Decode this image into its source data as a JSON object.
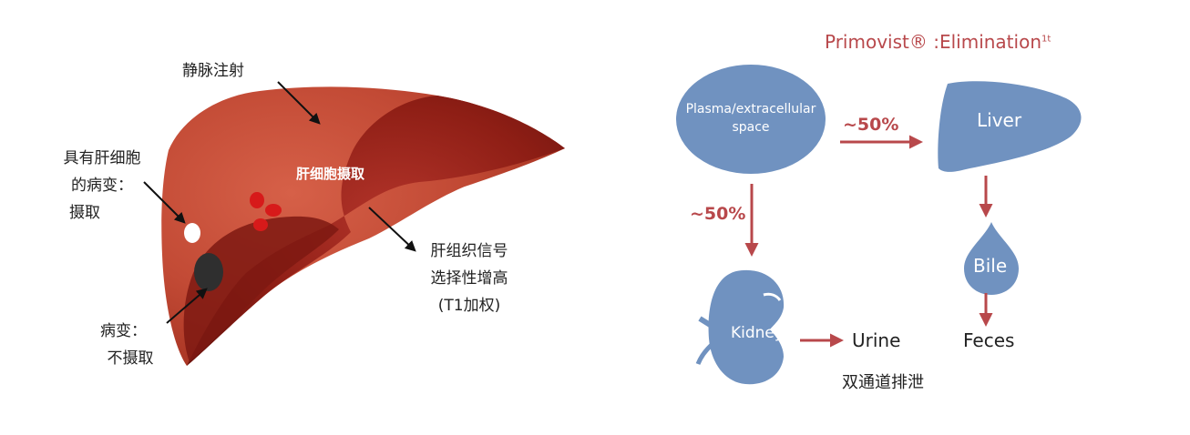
{
  "colors": {
    "liver_light": "#c9543d",
    "liver_dark": "#8f1d14",
    "liver_deep": "#6e1510",
    "lesion_red": "#d71a1a",
    "lesion_dark": "#2f2f2f",
    "organ_blue": "#7092c0",
    "accent_red": "#b8484b",
    "text": "#222222"
  },
  "liver_panel": {
    "label_injection": "静脉注射",
    "label_hepatocyte_uptake": "肝细胞摄取",
    "label_lesion_uptake": [
      "具有肝细胞",
      "的病变：",
      "摄取"
    ],
    "label_lesion_no_uptake": [
      "病变：",
      "不摄取"
    ],
    "label_enhancement": [
      "肝组织信号",
      "选择性增高",
      "(T1加权)"
    ]
  },
  "elimination_panel": {
    "title": "Primovist® :Elimination",
    "title_sup": "1t",
    "plasma": [
      "Plasma/extracellular",
      "space"
    ],
    "liver": "Liver",
    "bile": "Bile",
    "kidneys": "Kidneys",
    "urine": "Urine",
    "feces": "Feces",
    "pct_to_liver": "~50%",
    "pct_to_kidneys": "~50%",
    "caption": "双通道排泄"
  }
}
